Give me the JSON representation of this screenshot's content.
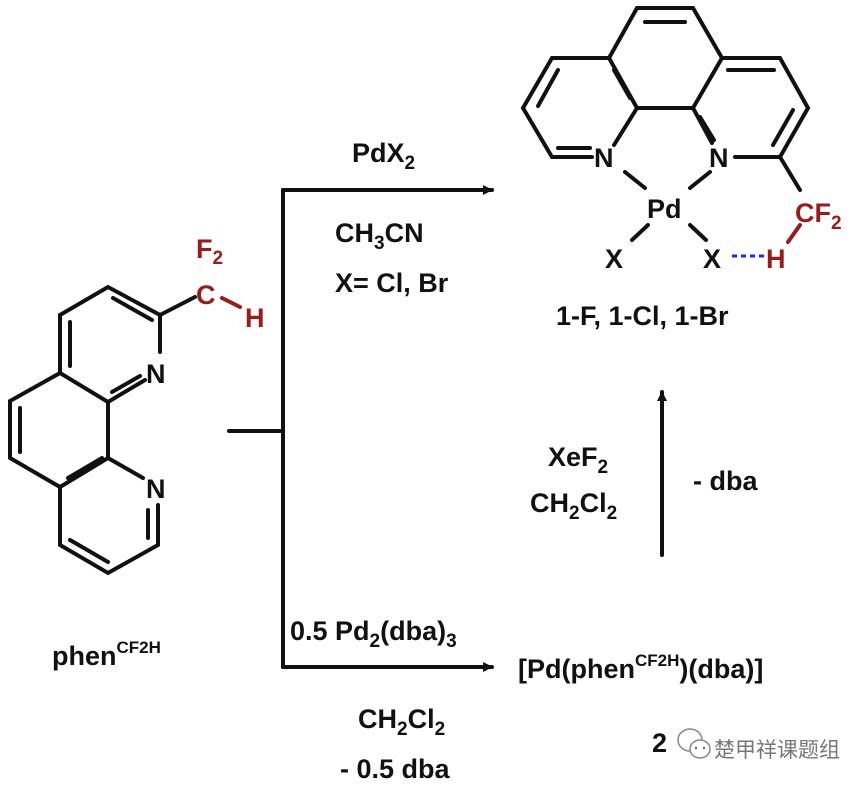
{
  "starting_material": {
    "name": "phen",
    "name_sup": "CF2H",
    "atoms": {
      "F": "F",
      "F_sub": "2",
      "C": "C",
      "H": "H",
      "N": "N"
    }
  },
  "top_reaction": {
    "reagent": [
      "PdX",
      "2"
    ],
    "solvent": [
      "CH",
      "3",
      "CN"
    ],
    "condition": "X= Cl, Br"
  },
  "product_1": {
    "label": "1-F, 1-Cl, 1-Br",
    "atoms": {
      "N": "N",
      "Pd": "Pd",
      "X": "X",
      "CF": "CF",
      "F_sub": "2",
      "H": "H"
    }
  },
  "bottom_reaction": {
    "reagent": [
      "0.5 Pd",
      "2",
      "(dba)",
      "3"
    ],
    "solvent": [
      "CH",
      "2",
      "Cl",
      "2"
    ],
    "byproduct": "- 0.5 dba"
  },
  "product_2": {
    "formula": [
      "[Pd(phen",
      "CF2H",
      ")(dba)]"
    ],
    "label": "2"
  },
  "up_reaction": {
    "reagent": [
      "XeF",
      "2"
    ],
    "solvent": [
      "CH",
      "2",
      "Cl",
      "2"
    ],
    "byproduct": "- dba"
  },
  "watermark": "楚甲祥课题组",
  "colors": {
    "cf2h": "#9b1b1b",
    "hbond": "#1a2bff",
    "bond": "#111111"
  }
}
